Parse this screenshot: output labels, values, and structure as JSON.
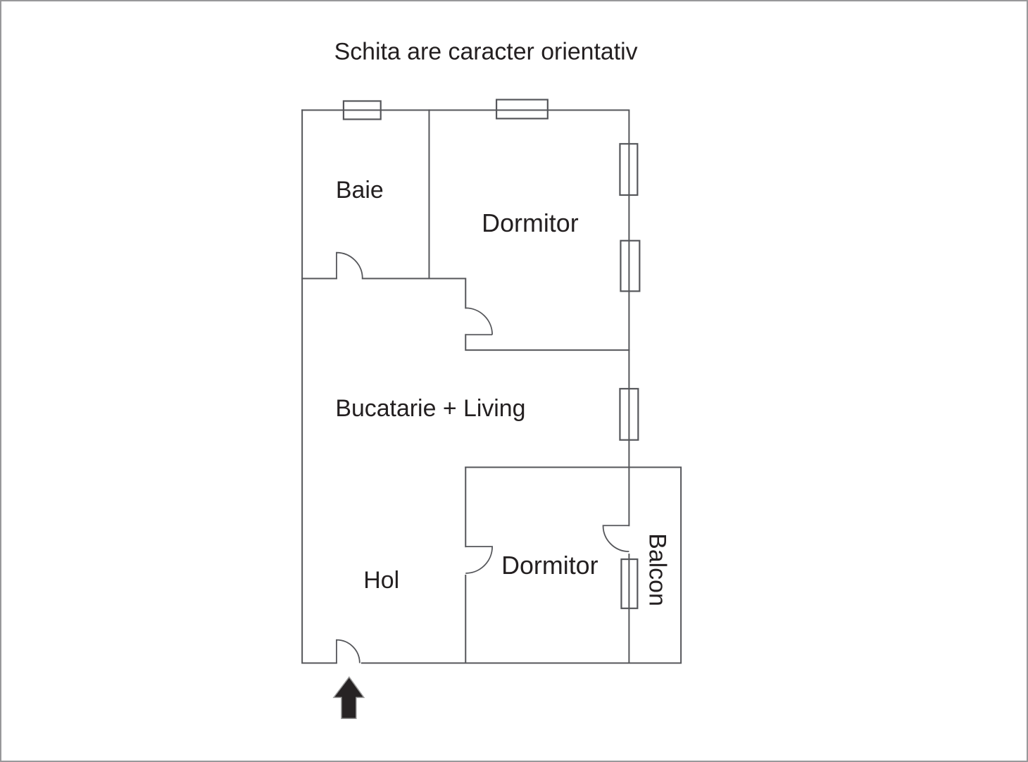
{
  "title": "Schita are caracter orientativ",
  "rooms": {
    "baie": "Baie",
    "dormitor_top": "Dormitor",
    "bucatarie_living": "Bucatarie + Living",
    "hol": "Hol",
    "dormitor_bottom": "Dormitor",
    "balcon": "Balcon"
  },
  "icons": {
    "entrance_arrow": "up-arrow"
  },
  "colors": {
    "wall": "#55565a",
    "text": "#231f20",
    "arrow_fill": "#272324",
    "arrow_outline": "#9a9a9a",
    "canvas_border": "#98989a",
    "background": "#ffffff"
  }
}
